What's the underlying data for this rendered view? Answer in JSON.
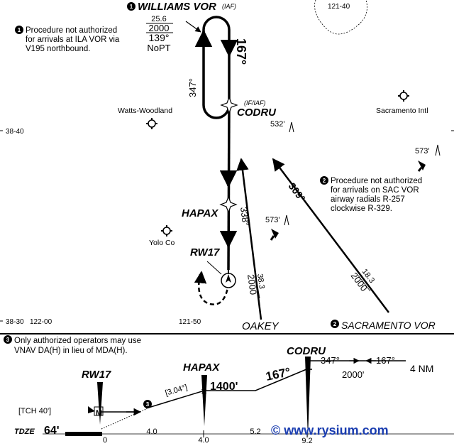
{
  "plan": {
    "fixes": {
      "williams": {
        "name": "WILLIAMS VOR",
        "role": "(IAF)",
        "note_marker": "1"
      },
      "codru": {
        "name": "CODRU",
        "role": "(IF/IAF)"
      },
      "hapax": {
        "name": "HAPAX"
      },
      "rw17": {
        "name": "RW17"
      },
      "oakey": {
        "name": "OAKEY"
      },
      "sacramento_vor": {
        "name": "SACRAMENTO VOR",
        "note_marker": "2"
      }
    },
    "holding": {
      "dme": "25.6",
      "altitude": "2000",
      "course": "139°",
      "nopt": "NoPT",
      "inbound_course": "167°",
      "outbound_course": "347°"
    },
    "legs": {
      "codru_hapax_course": "338°",
      "oakey_distance": "38.3",
      "oakey_altitude": "2000",
      "sac_course": "309°",
      "sac_distance": "18.3",
      "sac_altitude": "2000"
    },
    "notes": {
      "note1": {
        "marker": "1",
        "lines": [
          "Procedure not authorized",
          "for arrivals at ILA VOR via",
          "V195 northbound."
        ]
      },
      "note2": {
        "marker": "2",
        "lines": [
          "Procedure not authorized",
          "for arrivals on SAC VOR",
          "airway radials R-257",
          "clockwise R-329."
        ]
      }
    },
    "obstacles": [
      "532'",
      "573'",
      "573'"
    ],
    "airports": [
      "Watts-Woodland",
      "Sacramento Intl",
      "Yolo Co"
    ],
    "grid_labels": {
      "top": "121-40",
      "lat_upper": "38-40",
      "lat_lower": "38-30",
      "lon_left": "122-00",
      "lon_mid": "121-50"
    }
  },
  "profile": {
    "note3": {
      "marker": "3",
      "lines": [
        "Only authorized operators may use",
        "VNAV DA(H) in lieu of MDA(H)."
      ]
    },
    "fixes": {
      "codru": "CODRU",
      "hapax": "HAPAX",
      "rw17": "RW17"
    },
    "gpa": "[3.04°]",
    "tch": "[TCH 40']",
    "tdze_label": "TDZE",
    "tdze_value": "64'",
    "altitudes": {
      "hapax": "1400'",
      "codru": "2000'"
    },
    "courses": {
      "final": "167°",
      "outbound": "347°",
      "inbound": "167°"
    },
    "distance_to_codru_end": "4 NM",
    "distance_labels": [
      "0",
      "4.0",
      "4.0",
      "5.2",
      "9.2"
    ],
    "vnav_marker": "3"
  },
  "watermark": "© www.rysium.com",
  "colors": {
    "ink": "#000000",
    "watermark": "#1a3db0",
    "background": "#ffffff"
  }
}
